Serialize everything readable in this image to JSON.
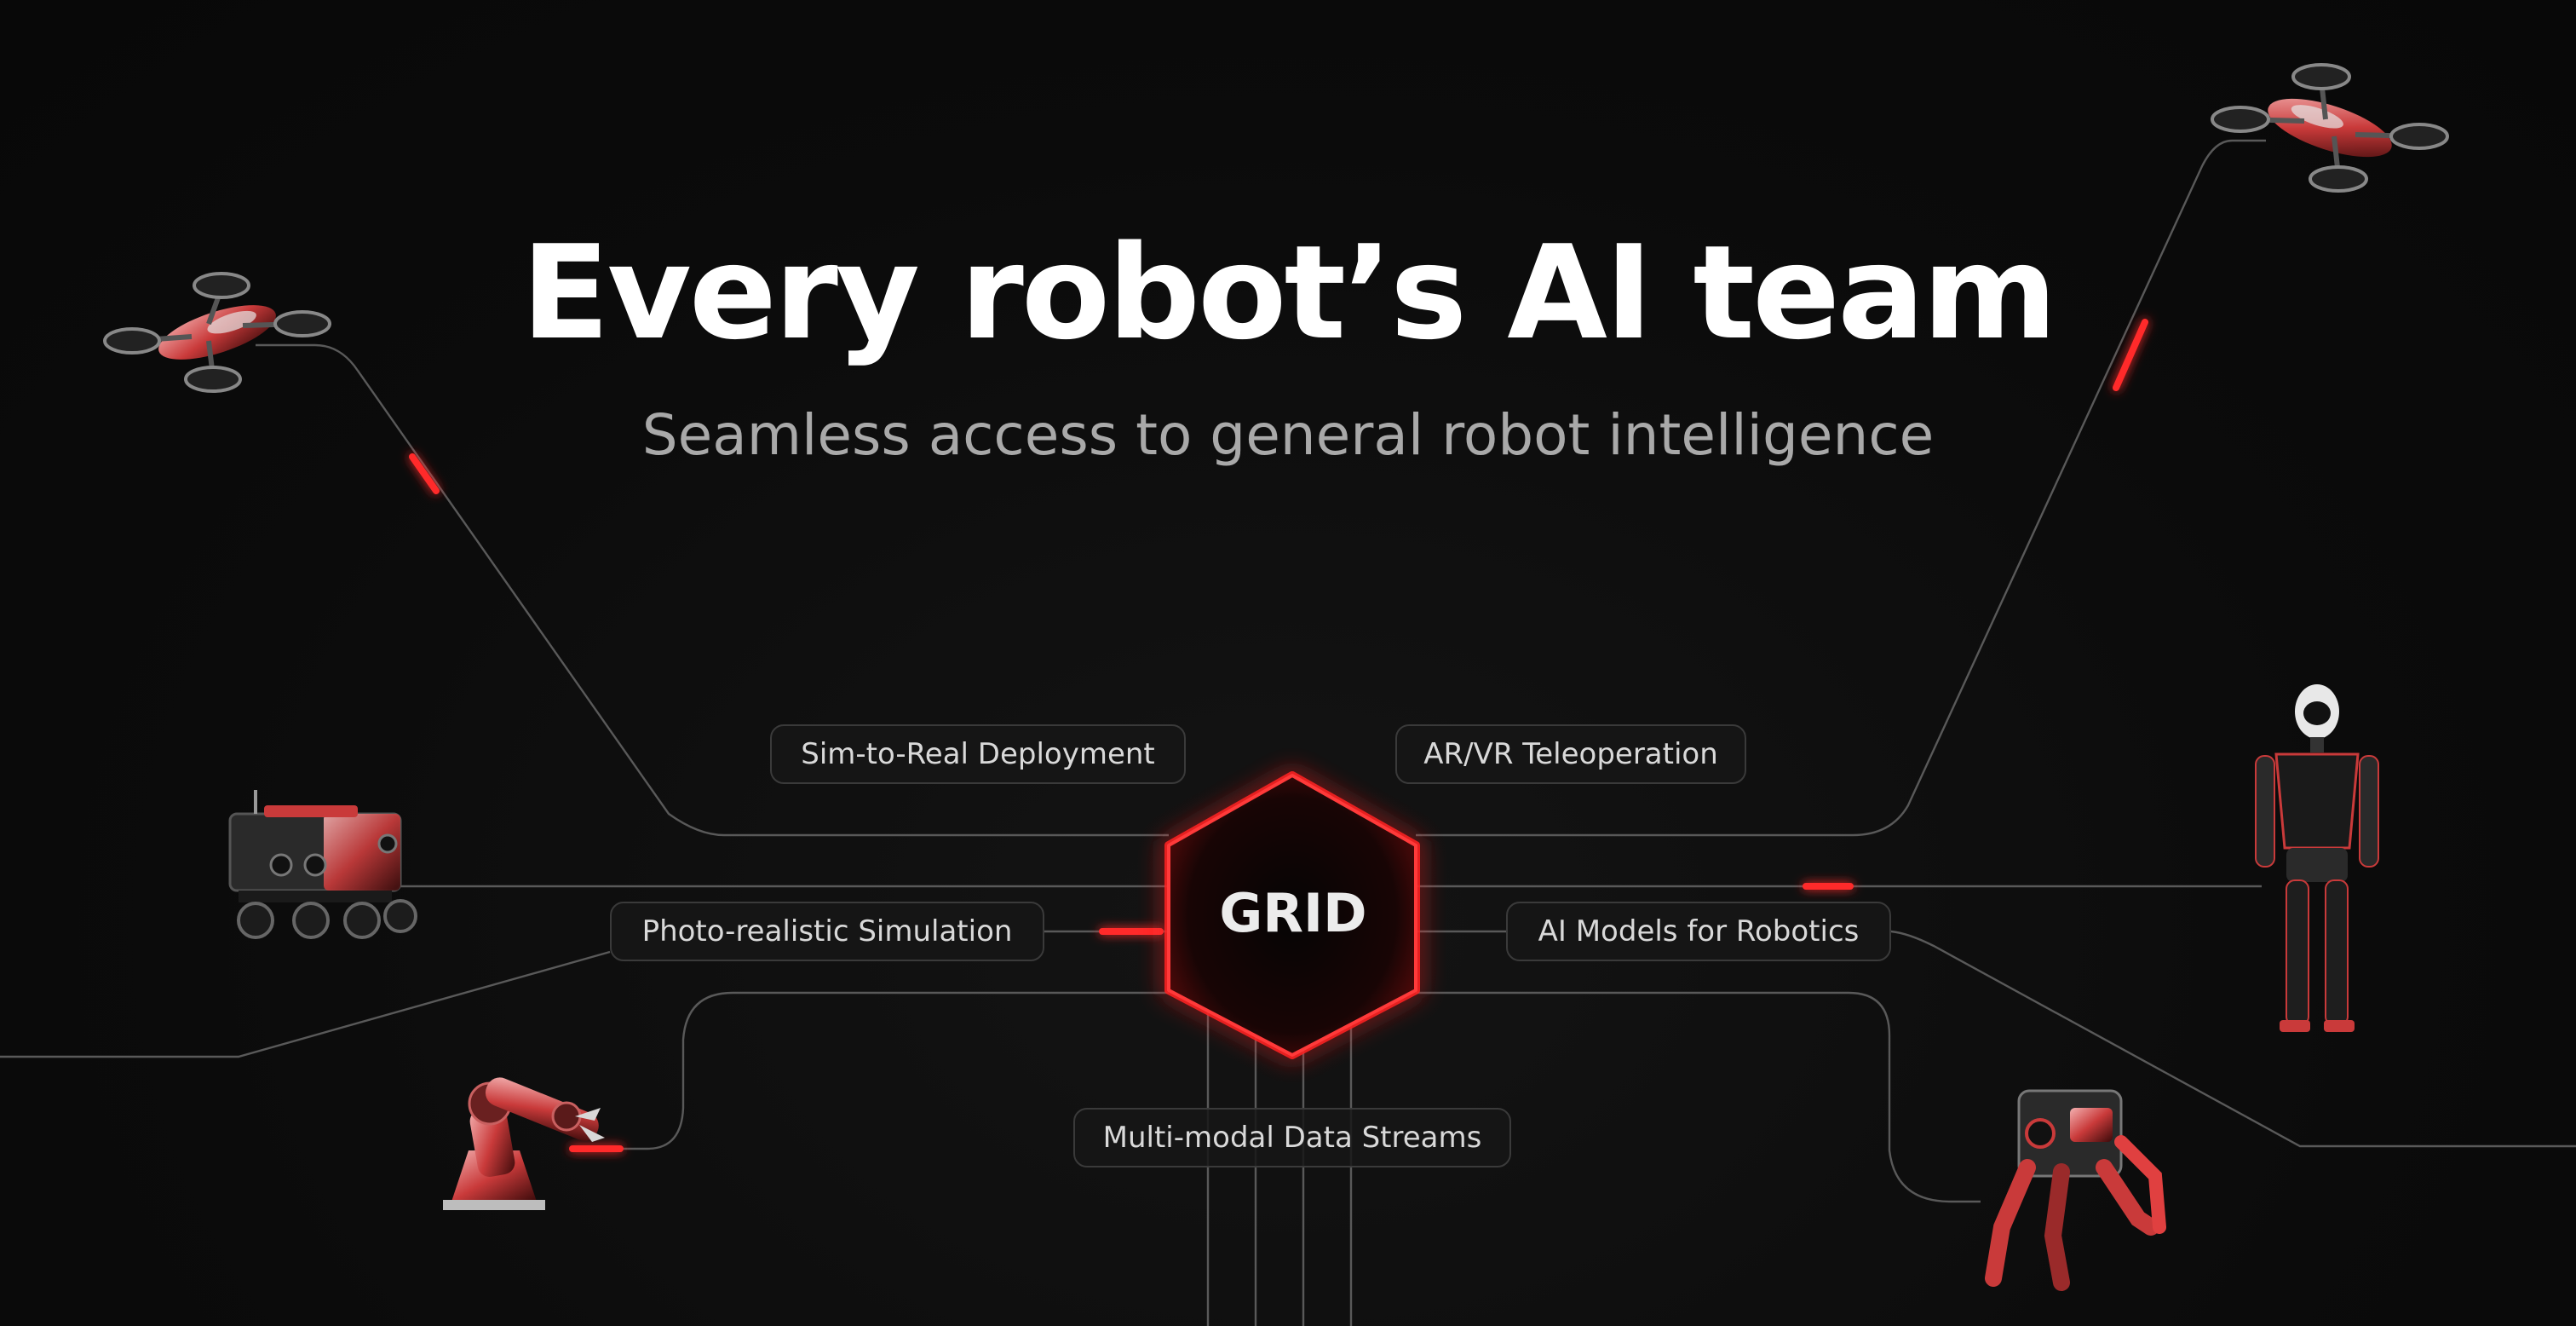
{
  "hero": {
    "title": "Every robot’s AI team",
    "subtitle": "Seamless access to general robot intelligence"
  },
  "hub": {
    "label": "GRID"
  },
  "capabilities": [
    {
      "label": "Sim-to-Real Deployment"
    },
    {
      "label": "AR/VR Teleoperation"
    },
    {
      "label": "Photo-realistic Simulation"
    },
    {
      "label": "AI Models for Robotics"
    },
    {
      "label": "Multi-modal Data Streams"
    }
  ],
  "robots": [
    {
      "kind": "drone-icon"
    },
    {
      "kind": "drone-icon"
    },
    {
      "kind": "rover-icon"
    },
    {
      "kind": "robot-arm-icon"
    },
    {
      "kind": "humanoid-icon"
    },
    {
      "kind": "quadruped-icon"
    }
  ],
  "colors": {
    "background": "#0b0b0b",
    "accent": "#ff2a2a",
    "line": "#5a5a5a",
    "chip_border": "#3a3a3a",
    "subtitle": "#a9a9a9"
  }
}
